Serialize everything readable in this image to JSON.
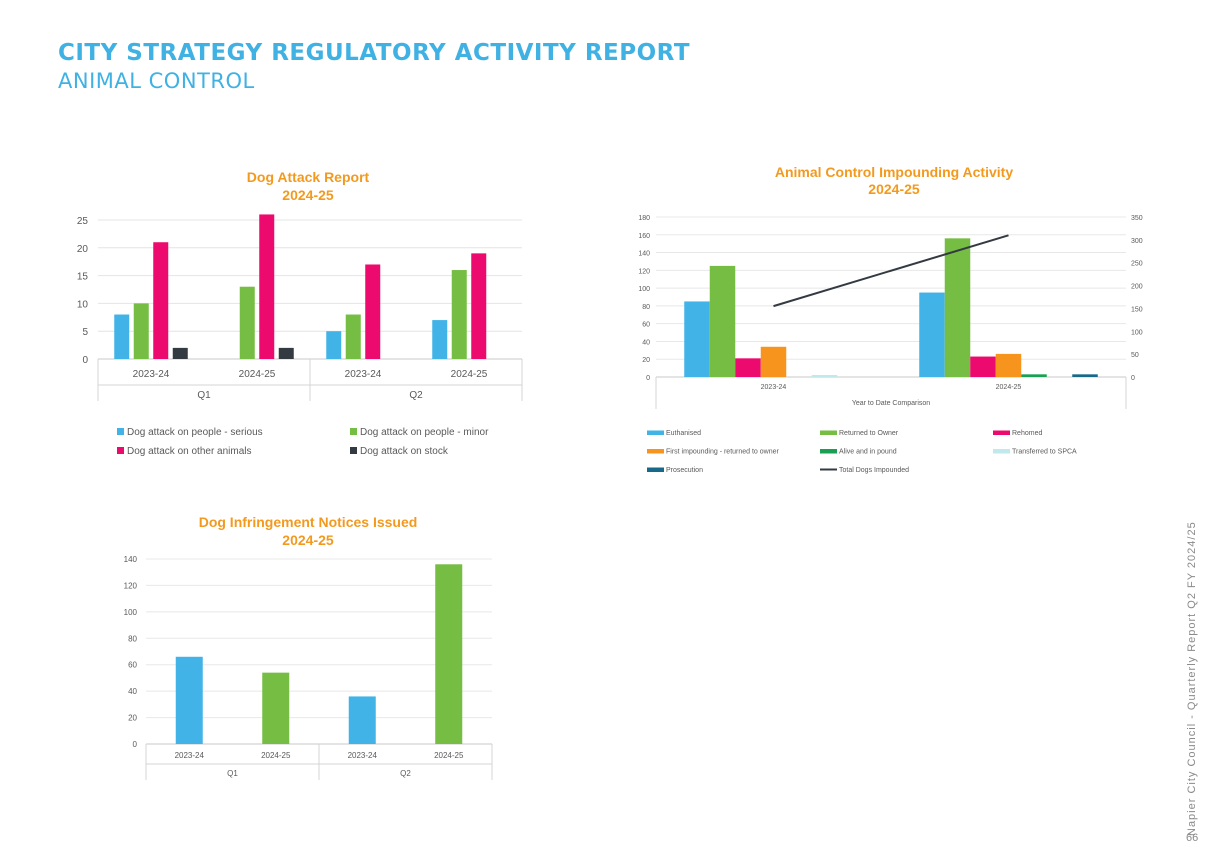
{
  "header": {
    "title": "CITY STRATEGY REGULATORY ACTIVITY REPORT",
    "subtitle": "ANIMAL CONTROL"
  },
  "footer": {
    "side_text": "Napier City Council - Quarterly Report Q2 FY 2024/25",
    "page_number": "66"
  },
  "colors": {
    "brand_blue": "#3fb1e3",
    "title_orange": "#f39a1e"
  },
  "chart_data": [
    {
      "type": "bar",
      "title": "Dog Attack Report",
      "subtitle": "2024-25",
      "categories": [
        "2023-24",
        "2024-25",
        "2023-24",
        "2024-25"
      ],
      "groups": [
        "Q1",
        "Q2"
      ],
      "ylim": [
        0,
        25
      ],
      "yticks": [
        0,
        5,
        10,
        15,
        20,
        25
      ],
      "grid": true,
      "legend_position": "bottom",
      "series": [
        {
          "name": "Dog attack on people - serious",
          "color": "#41b3e6",
          "values": [
            8,
            0,
            5,
            7
          ]
        },
        {
          "name": "Dog attack on people - minor",
          "color": "#76bd43",
          "values": [
            10,
            13,
            8,
            16
          ]
        },
        {
          "name": "Dog attack on other animals",
          "color": "#ec0a6e",
          "values": [
            21,
            26,
            17,
            19
          ]
        },
        {
          "name": "Dog attack on stock",
          "color": "#333a42",
          "values": [
            2,
            2,
            0,
            0
          ]
        }
      ]
    },
    {
      "type": "bar",
      "title": "Animal Control Impounding Activity",
      "subtitle": "2024-25",
      "categories": [
        "2023-24",
        "2024-25"
      ],
      "xlabel": "Year to Date Comparison",
      "ylim": [
        0,
        180
      ],
      "yticks": [
        0,
        20,
        40,
        60,
        80,
        100,
        120,
        140,
        160,
        180
      ],
      "y2lim": [
        0,
        350
      ],
      "y2ticks": [
        0,
        50,
        100,
        150,
        200,
        250,
        300,
        350
      ],
      "grid": true,
      "legend_position": "bottom",
      "series": [
        {
          "name": "Euthanised",
          "color": "#41b3e6",
          "values": [
            85,
            95
          ]
        },
        {
          "name": "Returned to Owner",
          "color": "#76bd43",
          "values": [
            125,
            156
          ]
        },
        {
          "name": "Rehomed",
          "color": "#ec0a6e",
          "values": [
            21,
            23
          ]
        },
        {
          "name": "First impounding - returned to owner",
          "color": "#f7941d",
          "values": [
            34,
            26
          ]
        },
        {
          "name": "Alive and in pound",
          "color": "#1aa052",
          "values": [
            0,
            3
          ]
        },
        {
          "name": "Transferred to SPCA",
          "color": "#bfe9ec",
          "values": [
            1,
            0
          ]
        },
        {
          "name": "Prosecution",
          "color": "#17698a",
          "values": [
            0,
            3
          ]
        },
        {
          "name": "Total Dogs Impounded",
          "color": "#333a42",
          "type": "line",
          "axis": "secondary",
          "values": [
            155,
            310
          ]
        }
      ]
    },
    {
      "type": "bar",
      "title": "Dog Infringement Notices Issued",
      "subtitle": "2024-25",
      "categories": [
        "2023-24",
        "2024-25",
        "2023-24",
        "2024-25"
      ],
      "groups": [
        "Q1",
        "Q2"
      ],
      "ylim": [
        0,
        140
      ],
      "yticks": [
        0,
        20,
        40,
        60,
        80,
        100,
        120,
        140
      ],
      "grid": true,
      "bar_colors": [
        "#41b3e6",
        "#76bd43",
        "#41b3e6",
        "#76bd43"
      ],
      "values": [
        66,
        54,
        36,
        136
      ]
    }
  ]
}
